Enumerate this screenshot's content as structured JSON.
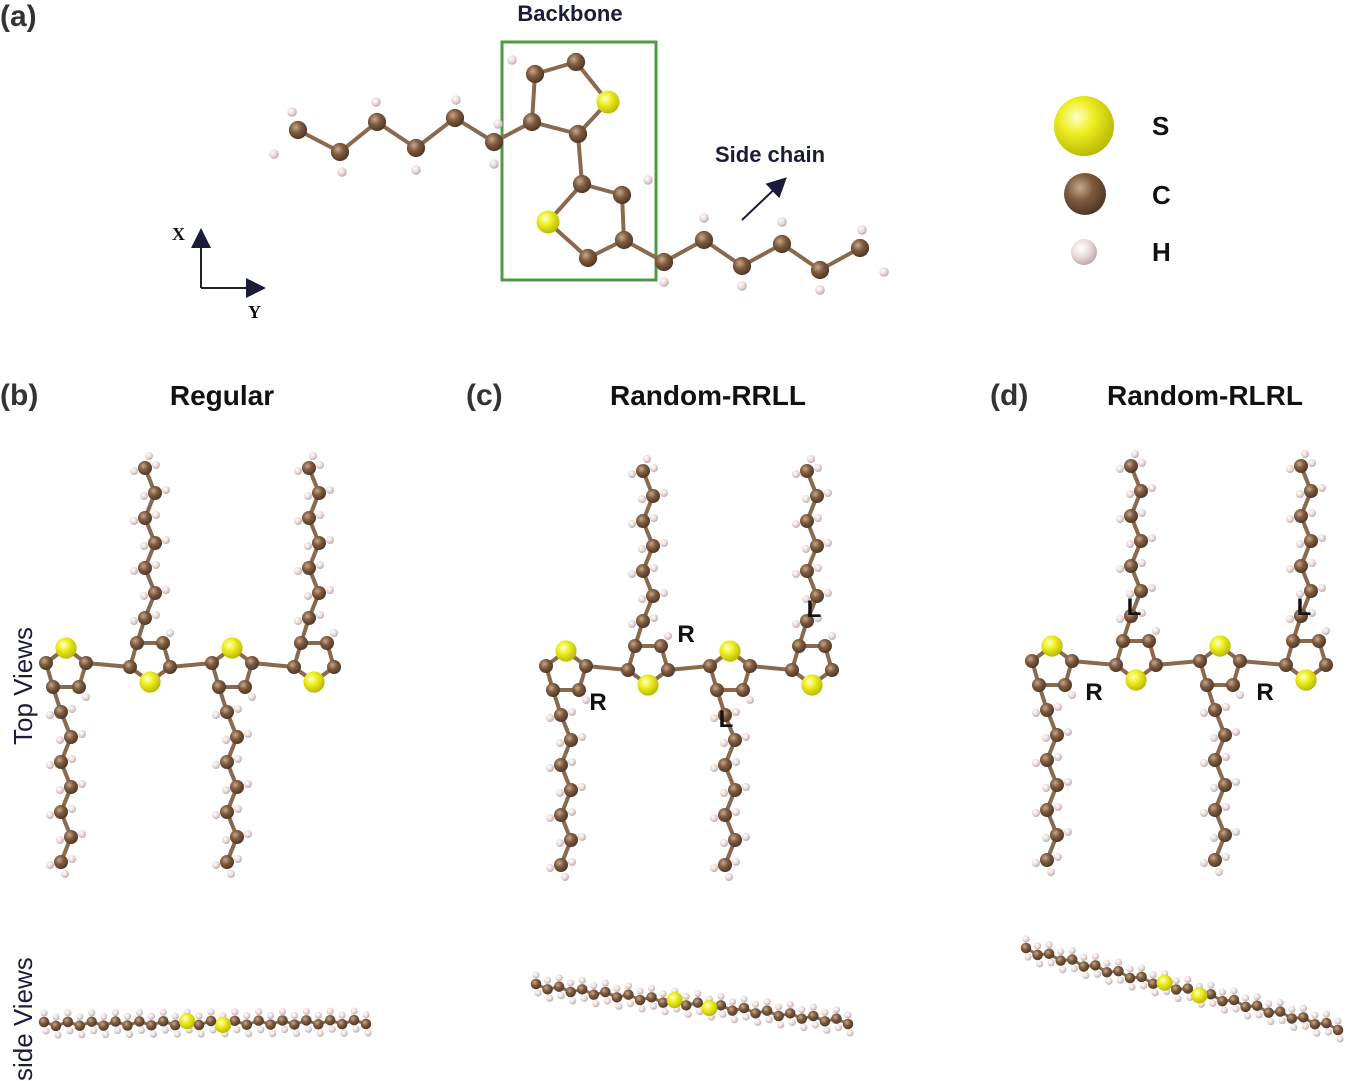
{
  "panels": {
    "a": {
      "label": "(a)",
      "backbone": "Backbone",
      "side_chain": "Side chain"
    },
    "b": {
      "label": "(b)",
      "title": "Regular"
    },
    "c": {
      "label": "(c)",
      "title": "Random-RRLL"
    },
    "d": {
      "label": "(d)",
      "title": "Random-RLRL"
    }
  },
  "legend": [
    {
      "symbol": "S",
      "color": "#e6e600",
      "element": "sulfur"
    },
    {
      "symbol": "C",
      "color": "#7a5a40",
      "element": "carbon"
    },
    {
      "symbol": "H",
      "color": "#e8d8d8",
      "element": "hydrogen"
    }
  ],
  "axes": {
    "x": "X",
    "y": "Y"
  },
  "row_labels": {
    "top": "Top Views",
    "side": "side Views"
  },
  "regio_labels": {
    "R": "R",
    "L": "L"
  },
  "colors": {
    "box": "#4f9a45",
    "bond": "#8a6a4e"
  }
}
